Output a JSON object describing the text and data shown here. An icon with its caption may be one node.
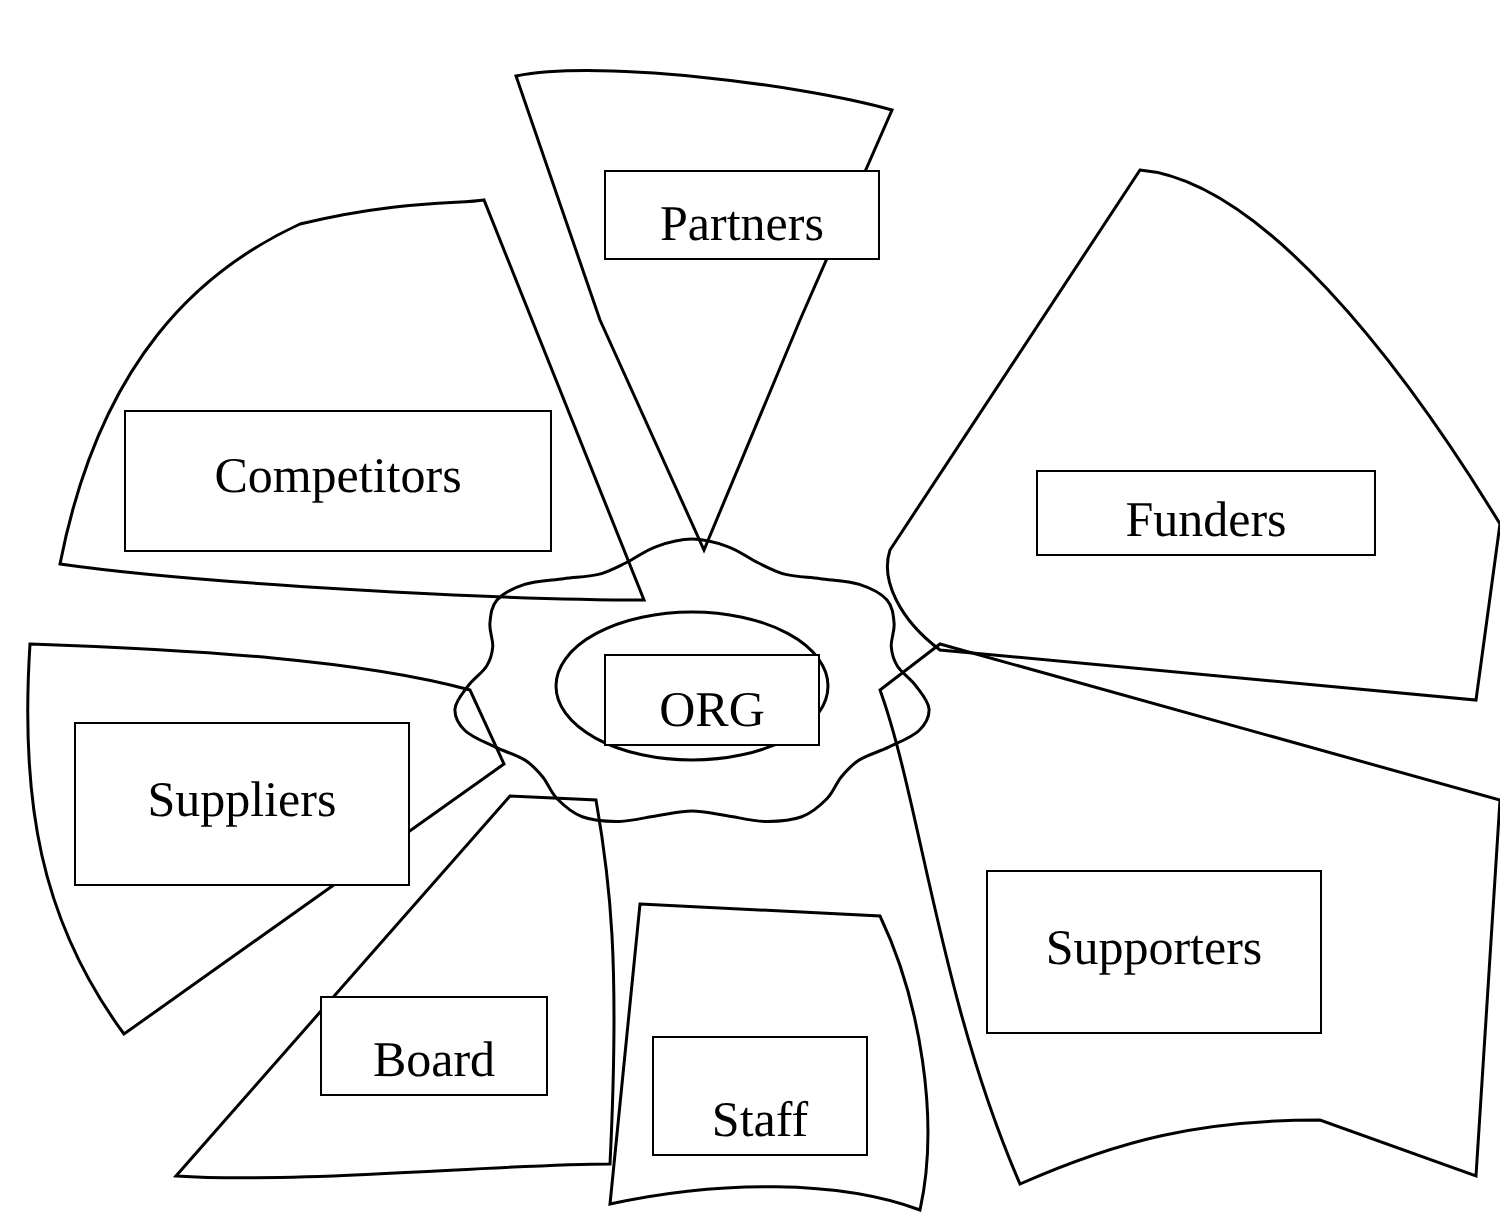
{
  "diagram": {
    "nodes": [
      {
        "text": [
          "ORG"
        ]
      },
      {
        "text": [
          "Partners"
        ]
      },
      {
        "text": [
          "Funders"
        ]
      },
      {
        "text": [
          "Supporters"
        ]
      },
      {
        "text": [
          "Staff"
        ]
      },
      {
        "text": [
          "Board"
        ]
      },
      {
        "text": [
          "Suppliers"
        ]
      },
      {
        "text": [
          "Competitors"
        ]
      }
    ]
  }
}
